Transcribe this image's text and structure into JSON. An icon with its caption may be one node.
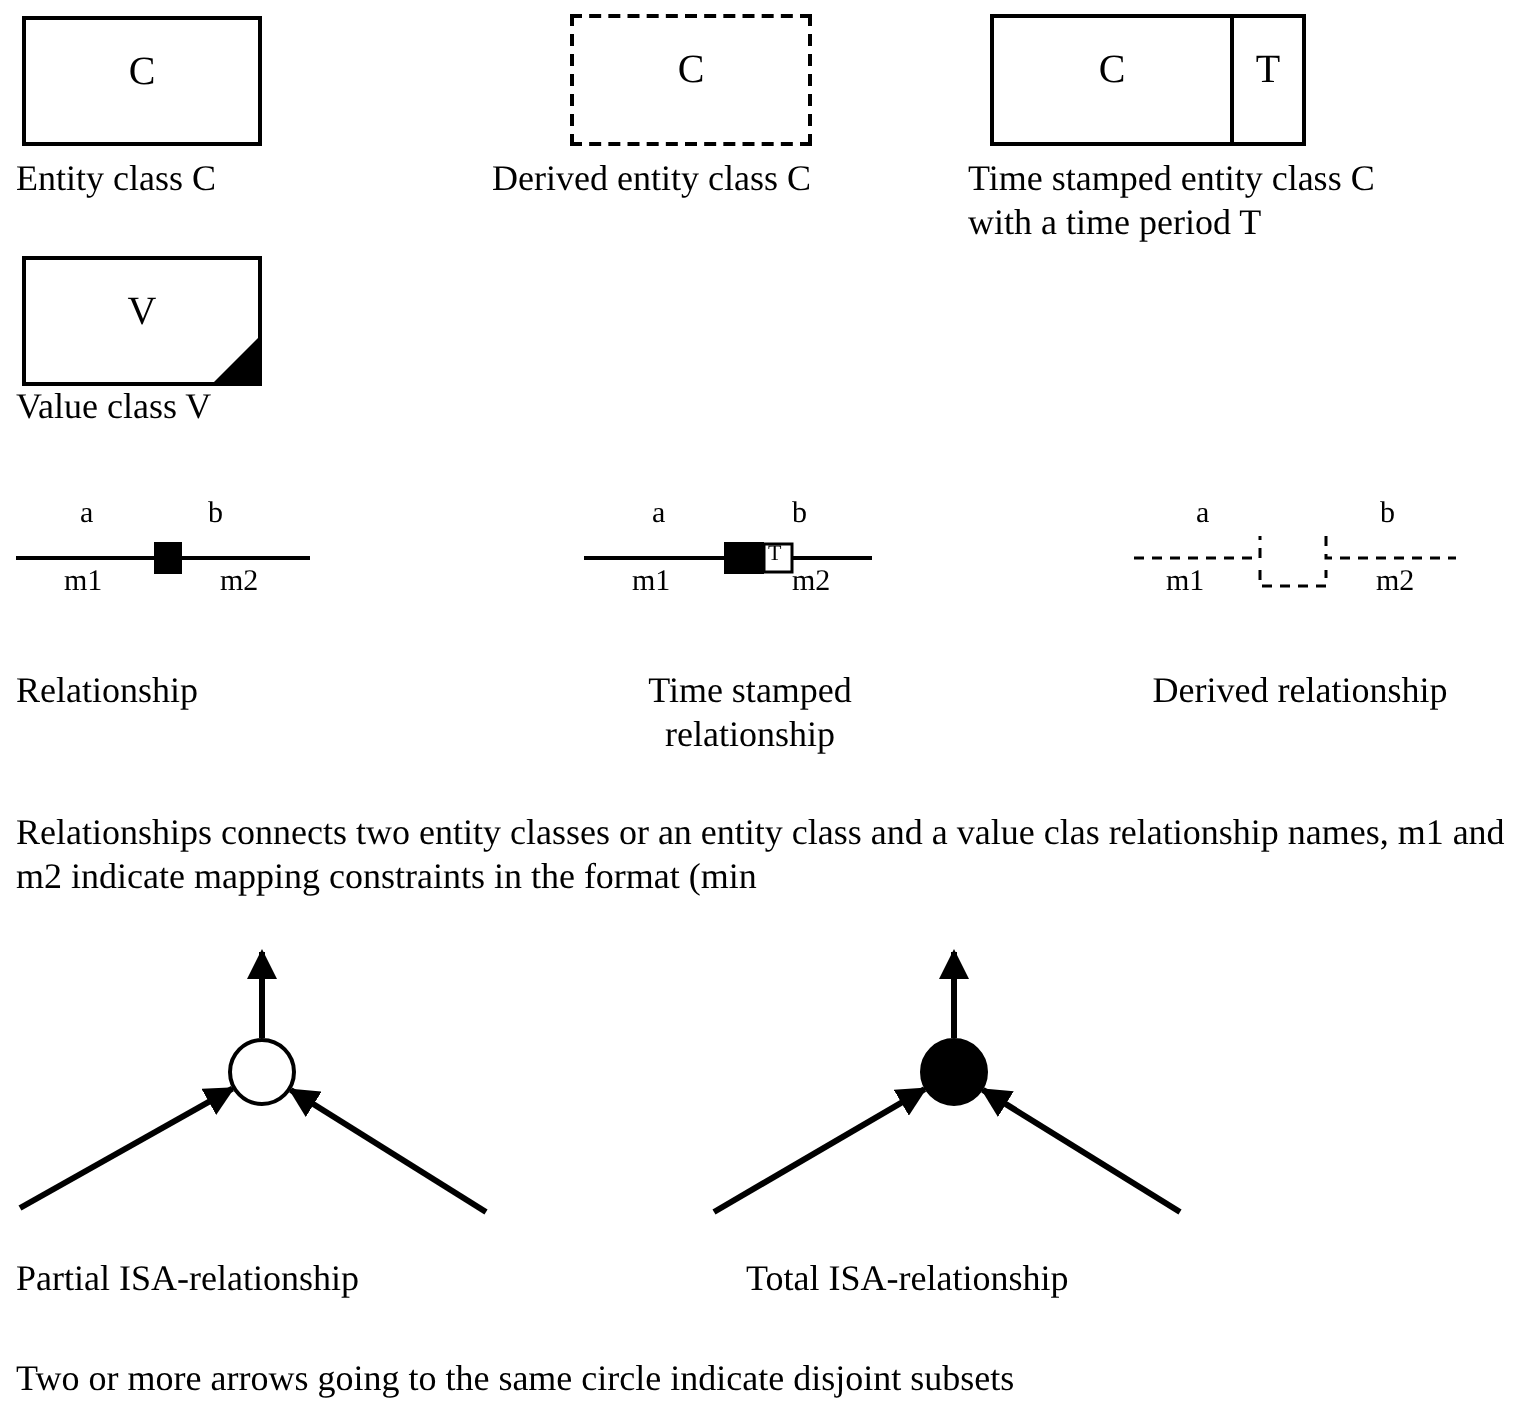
{
  "diagram": {
    "nodes": [
      {
        "text": [
          "C"
        ],
        "beside": [
          "Entity class C"
        ]
      },
      {
        "text": [
          "C"
        ],
        "beside": [
          "Derived entity class C"
        ]
      },
      {
        "text": [
          "C",
          "T"
        ],
        "beside": [
          "Time stamped entity class C with a time period T"
        ]
      },
      {
        "text": [
          "V"
        ],
        "beside": [
          "Value class V"
        ]
      },
      {
        "text": [],
        "shape": "circle"
      },
      {
        "text": [],
        "shape": "circle"
      }
    ],
    "edges": [
      {
        "from": 4,
        "to": null,
        "arrow": "to"
      },
      {
        "from": null,
        "to": 4,
        "arrow": "to"
      },
      {
        "from": null,
        "to": 4,
        "arrow": "to"
      },
      {
        "from": 5,
        "to": null,
        "arrow": "to"
      },
      {
        "from": null,
        "to": 5,
        "arrow": "to"
      },
      {
        "from": null,
        "to": 5,
        "arrow": "to"
      }
    ],
    "labels": [
      "a",
      "b",
      "m1",
      "m2",
      "a",
      "b",
      "T",
      "m1",
      "m2",
      "a",
      "b",
      "m1",
      "m2",
      "Relationship",
      "Time stamped relationship",
      "Derived relationship",
      "Relationships connects two entity classes or an entity class and a value clas relationship names, m1 and m2 indicate mapping constraints in the format (min",
      "Partial ISA-relationship",
      "Total ISA-relationship",
      "Two or more arrows going to the same circle indicate disjoint subsets"
    ]
  }
}
